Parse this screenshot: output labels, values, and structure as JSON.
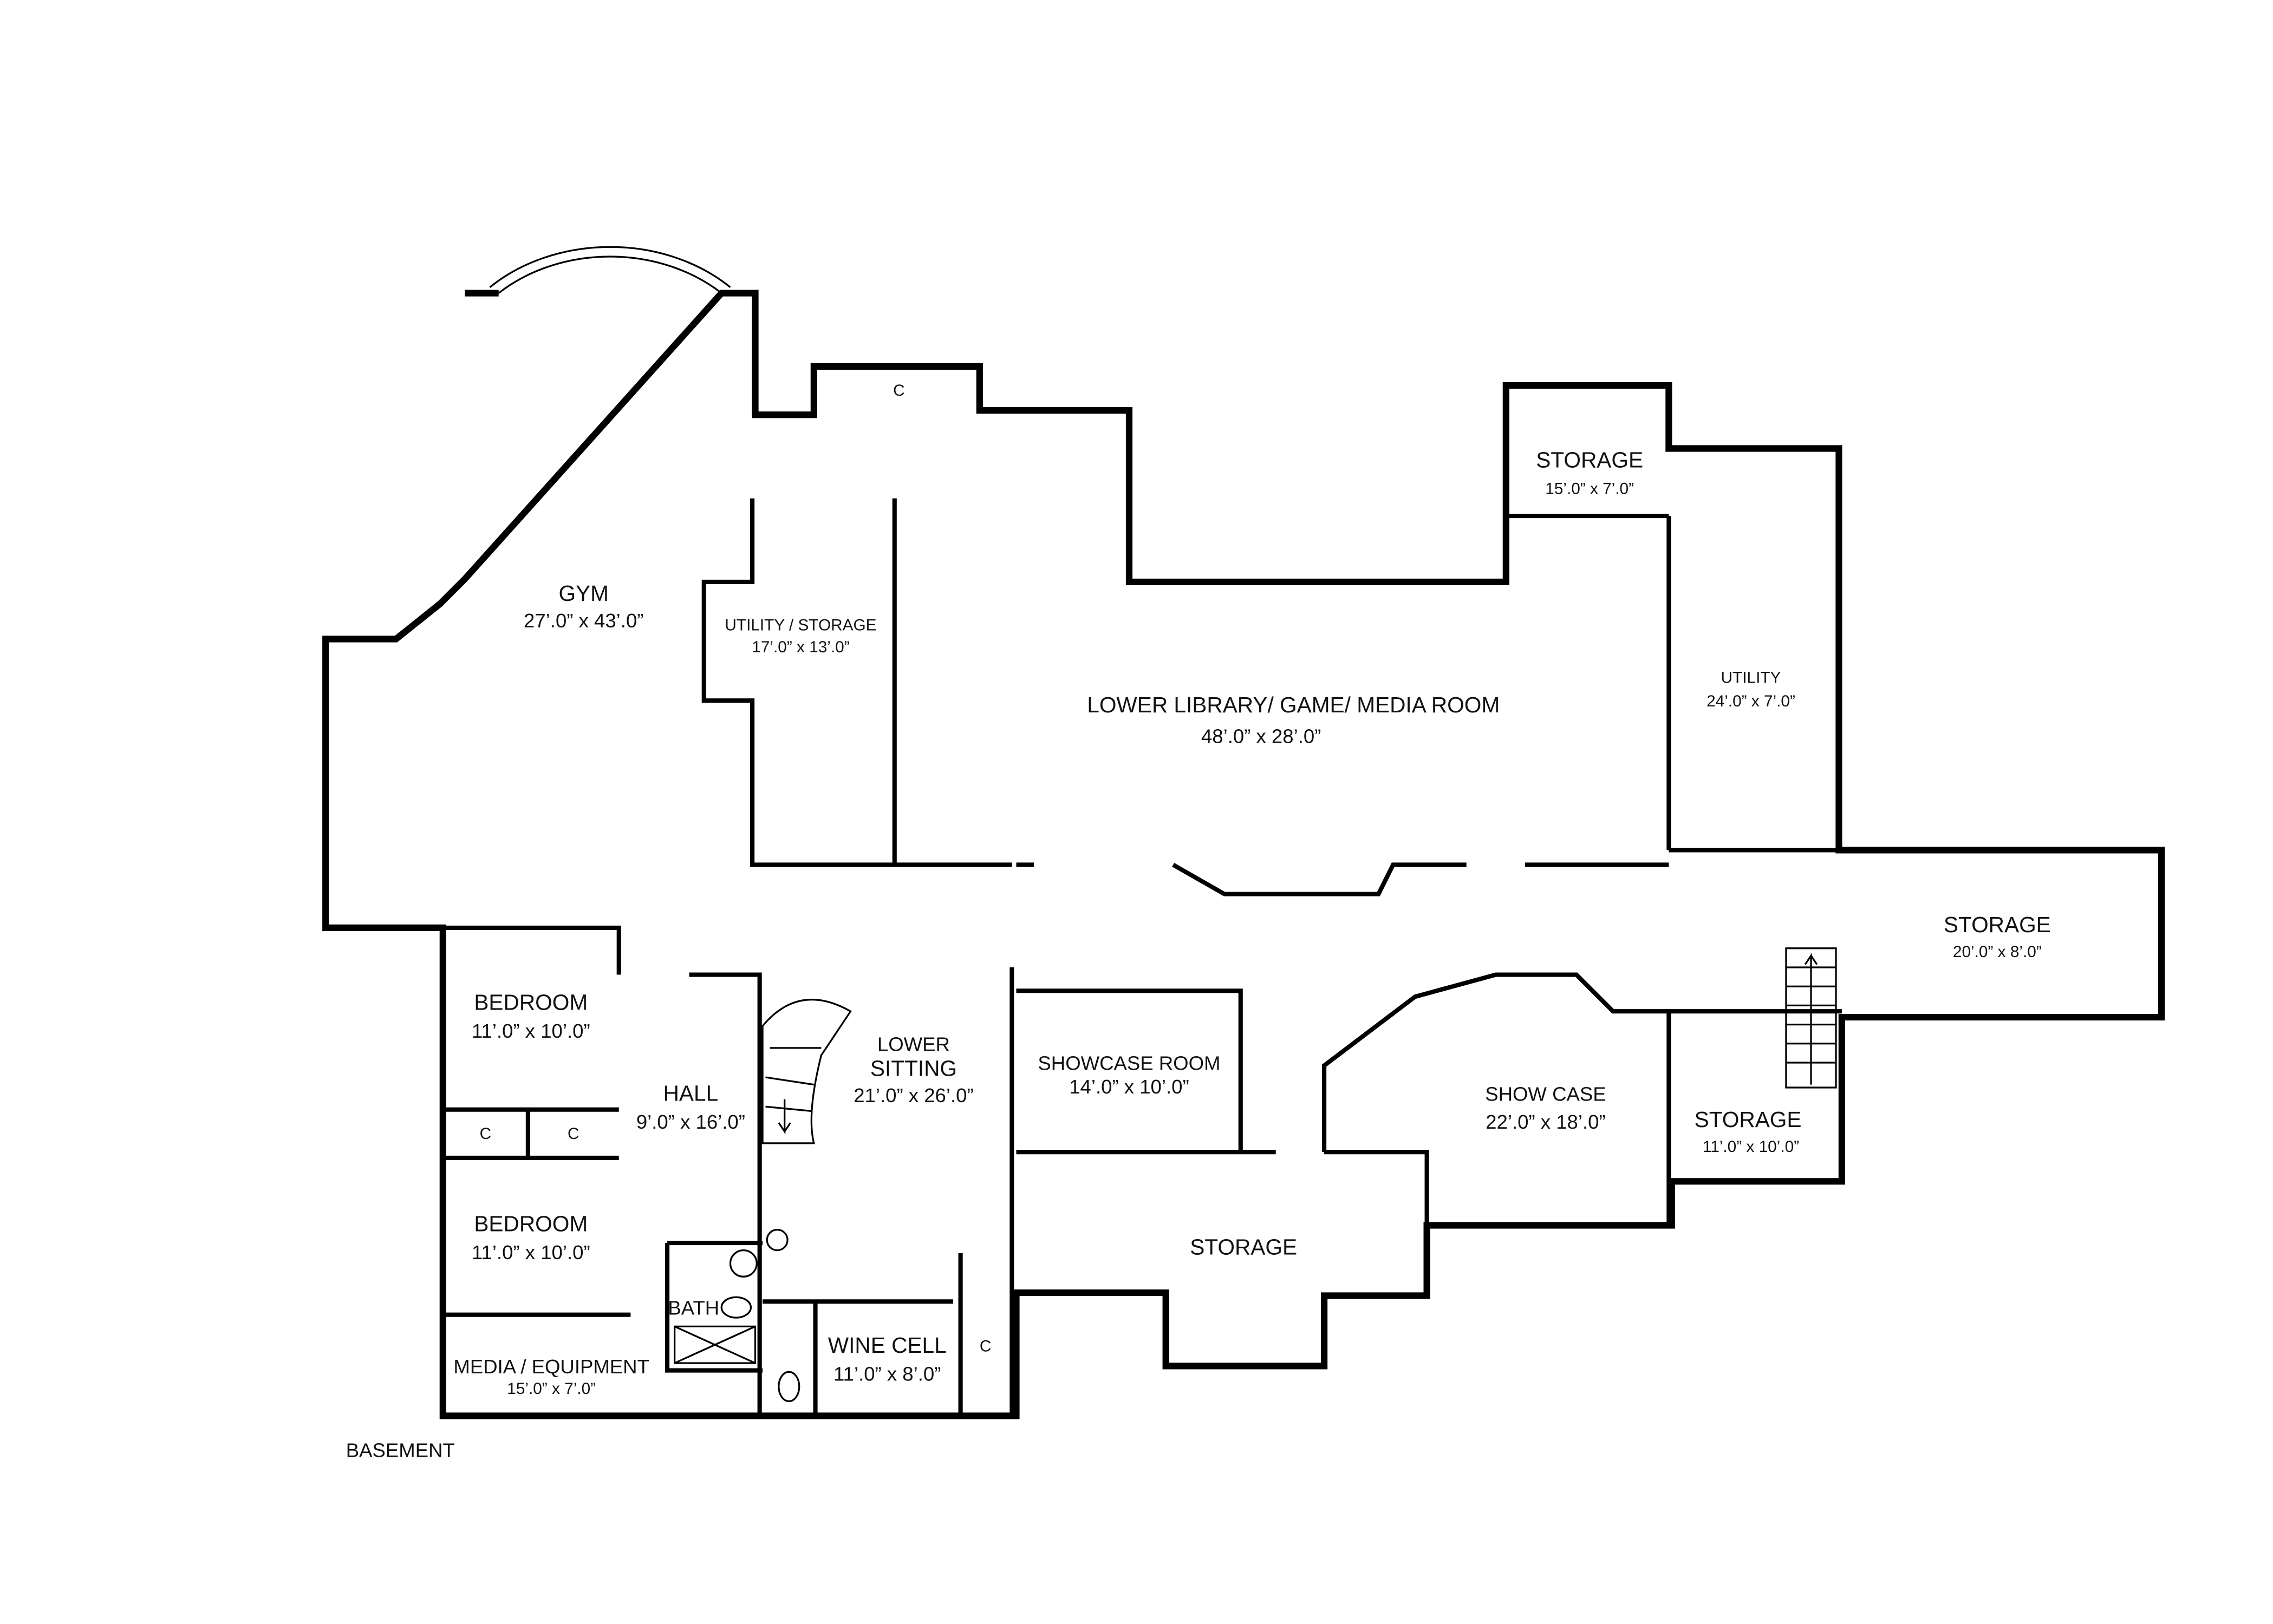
{
  "plan": {
    "title": "BASEMENT",
    "rooms": [
      {
        "name": "GYM",
        "size": "27’.0” x 43’.0”"
      },
      {
        "name": "UTILITY / STORAGE",
        "size": "17’.0” x 13’.0”"
      },
      {
        "name": "LOWER LIBRARY/ GAME/ MEDIA ROOM",
        "size": "48’.0” x 28’.0”"
      },
      {
        "name": "STORAGE",
        "size": "15’.0” x 7’.0”"
      },
      {
        "name": "UTILITY",
        "size": "24’.0” x 7’.0”"
      },
      {
        "name": "STORAGE",
        "size": "20’.0” x 8’.0”"
      },
      {
        "name": "BEDROOM",
        "size": "11’.0” x 10’.0”"
      },
      {
        "name": "HALL",
        "size": "9’.0” x 16’.0”"
      },
      {
        "name": "LOWER",
        "name2": "SITTING",
        "size": "21’.0” x 26’.0”"
      },
      {
        "name": "SHOWCASE ROOM",
        "size": "14’.0” x 10’.0”"
      },
      {
        "name": "SHOW CASE",
        "size": "22’.0” x 18’.0”"
      },
      {
        "name": "STORAGE",
        "size": "11’.0” x 10’.0”"
      },
      {
        "name": "BEDROOM",
        "size": "11’.0” x 10’.0”"
      },
      {
        "name": "STORAGE"
      },
      {
        "name": "MEDIA / EQUIPMENT",
        "size": "15’.0” x 7’.0”"
      },
      {
        "name": "WINE CELL",
        "size": "11’.0” x 8’.0”"
      },
      {
        "name": "BATH"
      }
    ],
    "closet_label": "C"
  }
}
